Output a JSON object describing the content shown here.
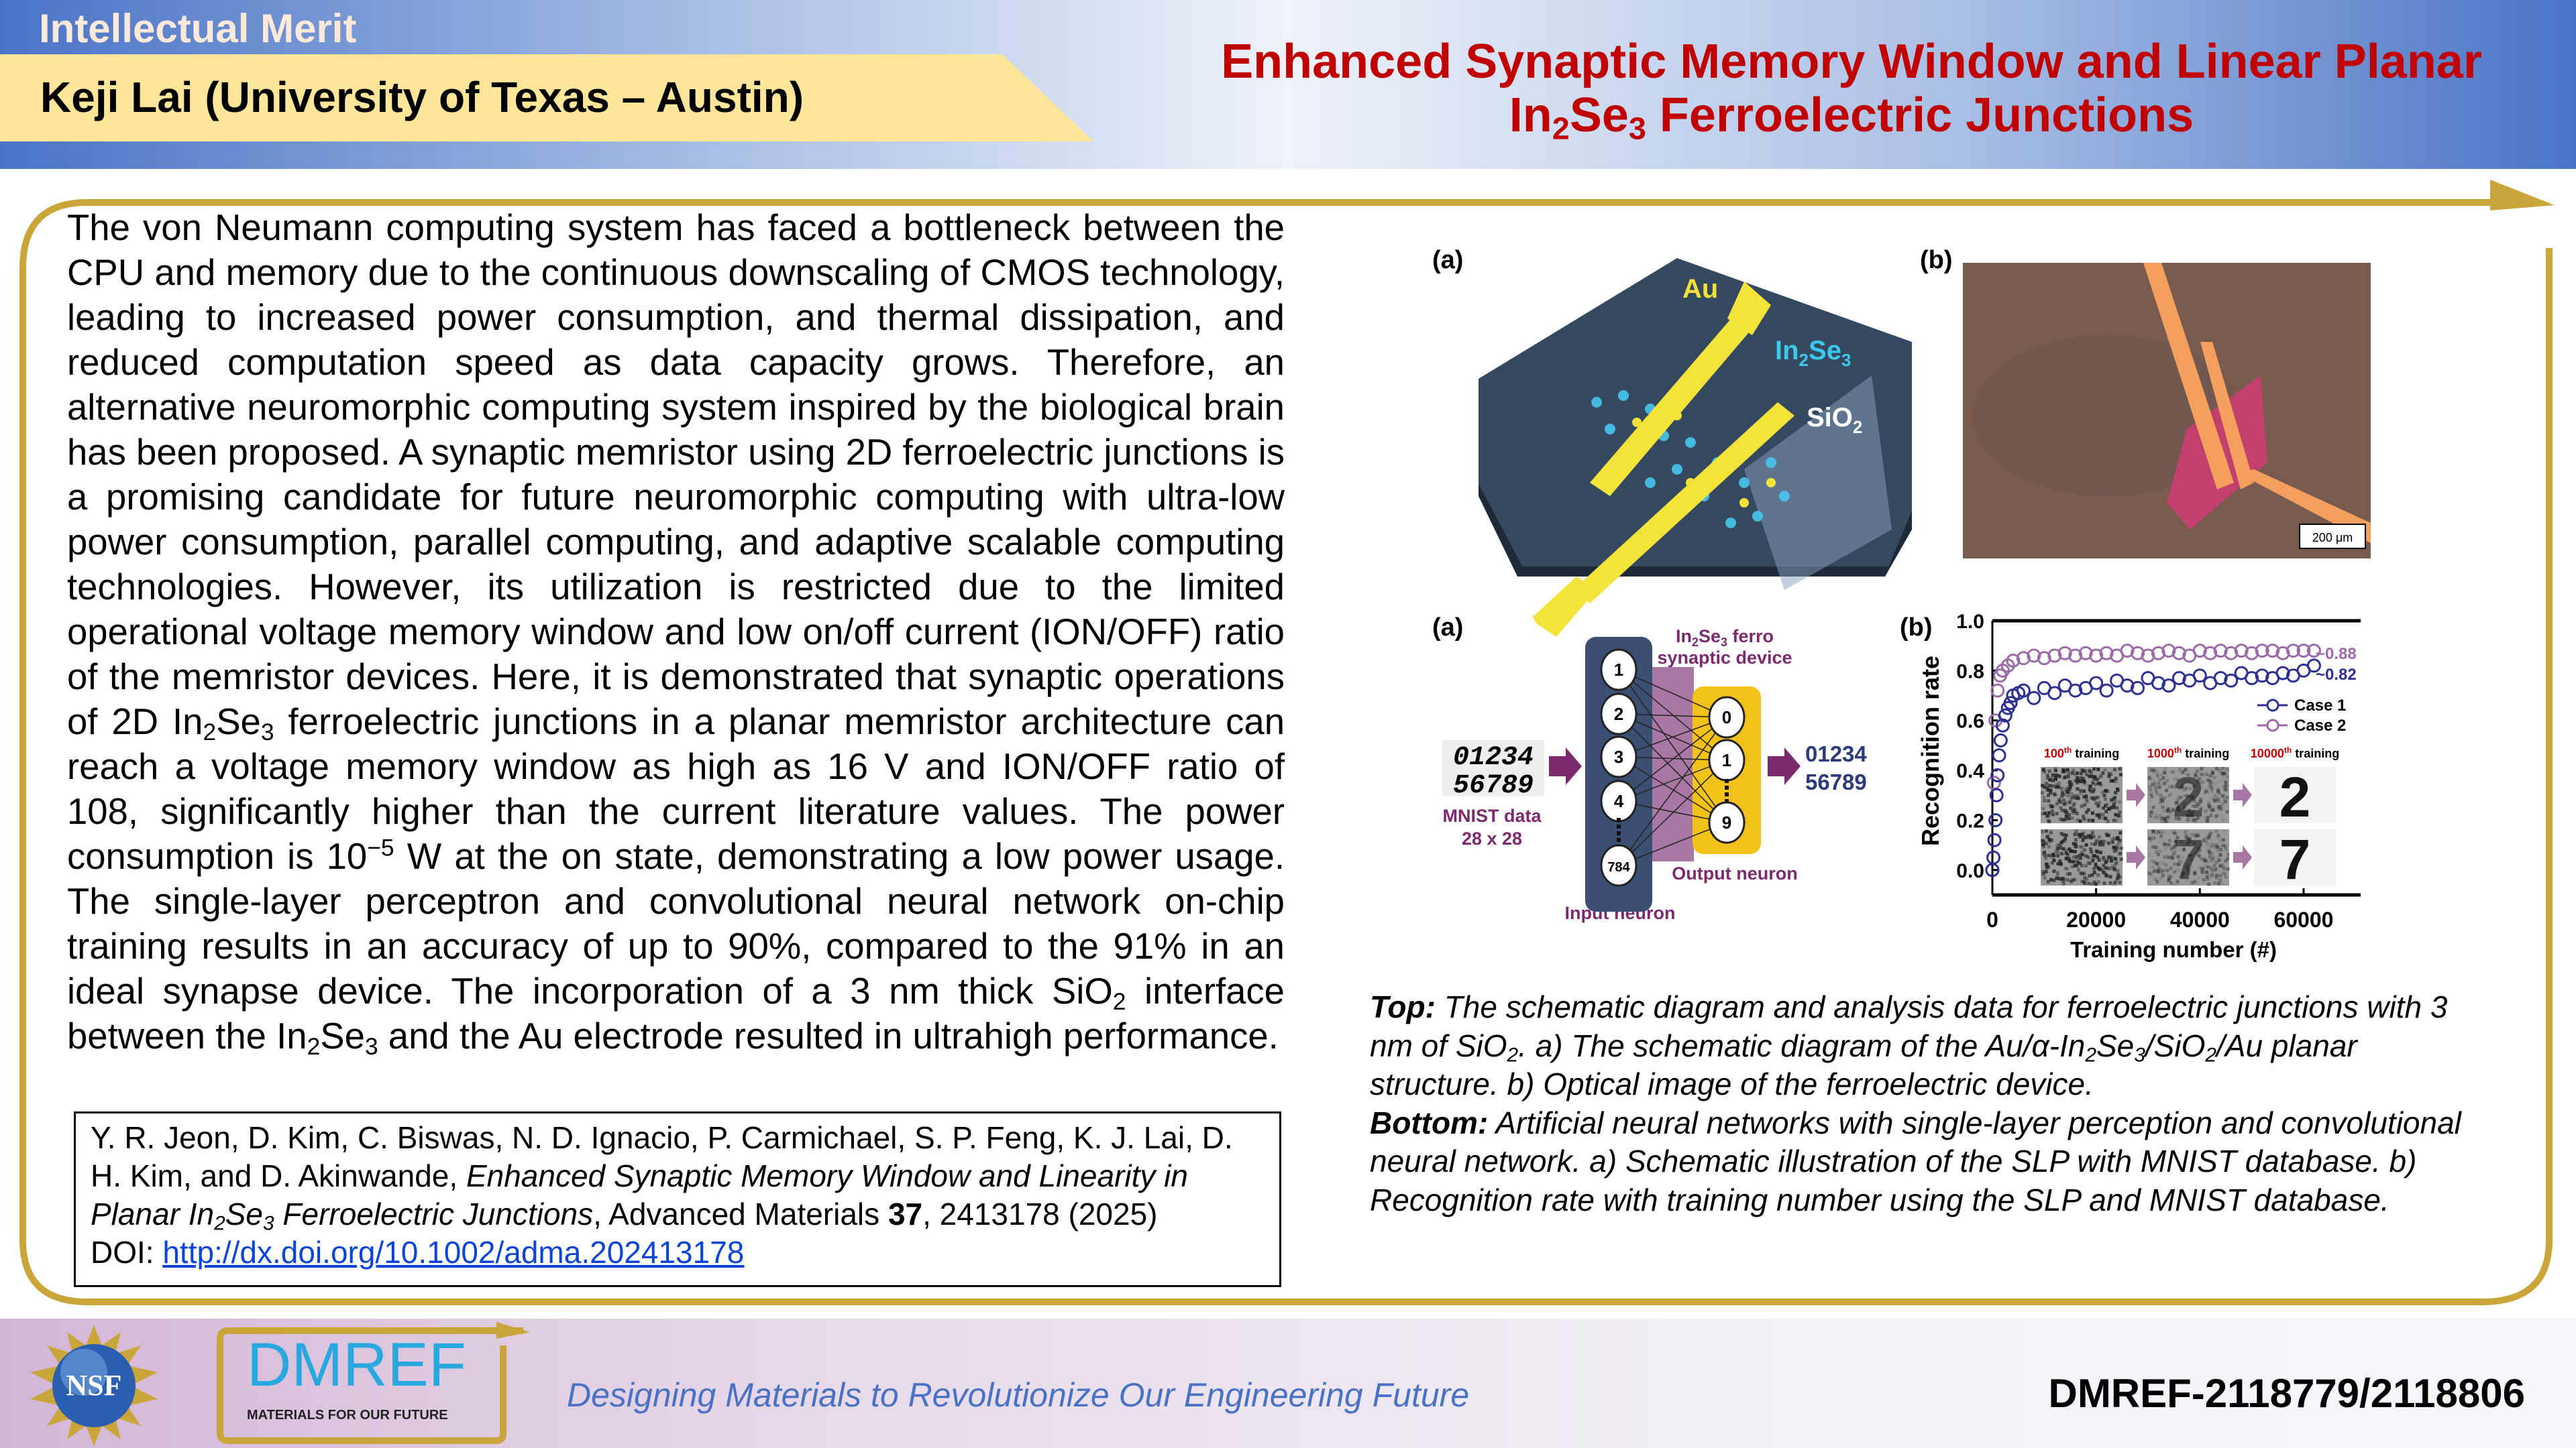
{
  "header": {
    "section": "Intellectual Merit",
    "pi": "Keji Lai (University of Texas – Austin)",
    "title": [
      {
        "k": "n",
        "t": "Enhanced Synaptic Memory Window and Linear Planar"
      },
      {
        "k": "br"
      },
      {
        "k": "n",
        "t": "In"
      },
      {
        "k": "sub",
        "t": "2"
      },
      {
        "k": "n",
        "t": "Se"
      },
      {
        "k": "sub",
        "t": "3"
      },
      {
        "k": "n",
        "t": " Ferroelectric Junctions"
      }
    ]
  },
  "body": [
    {
      "k": "n",
      "t": "The von Neumann computing system has faced a bottleneck between the CPU and memory due to the continuous downscaling of CMOS technology, leading to increased power consumption, and thermal dissipation, and reduced computation speed as data capacity grows. Therefore, an alternative neuromorphic computing system inspired by the biological brain has been proposed. A synaptic memristor using 2D ferroelectric junctions is a promising candidate for future neuromorphic computing with ultra-low power consumption, parallel computing, and adaptive scalable computing technologies. However, its utilization is restricted due to the limited operational voltage memory window and low on/off current (ION/OFF) ratio of the memristor devices. Here, it is demonstrated that synaptic operations of 2D In"
    },
    {
      "k": "sub",
      "t": "2"
    },
    {
      "k": "n",
      "t": "Se"
    },
    {
      "k": "sub",
      "t": "3"
    },
    {
      "k": "n",
      "t": " ferroelectric junctions in a planar memristor architecture can reach a voltage memory window as high as 16 V and ION/OFF ratio of 108, significantly higher than the current literature values. The power consumption is 10"
    },
    {
      "k": "sup",
      "t": "−5"
    },
    {
      "k": "n",
      "t": " W at the on state, demonstrating a low power usage. The single-layer perceptron and convolutional neural network on-chip training results in an accuracy of up to 90%, compared to the 91% in an ideal synapse device. The incorporation of a 3 nm thick SiO"
    },
    {
      "k": "sub",
      "t": "2"
    },
    {
      "k": "n",
      "t": " interface between the In"
    },
    {
      "k": "sub",
      "t": "2"
    },
    {
      "k": "n",
      "t": "Se"
    },
    {
      "k": "sub",
      "t": "3"
    },
    {
      "k": "n",
      "t": " and the Au electrode resulted in ultrahigh performance."
    }
  ],
  "citation": [
    {
      "k": "n",
      "t": "Y. R. Jeon, D. Kim, C. Biswas, N. D. Ignacio, P. Carmichael, S. P. Feng, K. J. Lai, D. H. Kim, and D. Akinwande, "
    },
    {
      "k": "i",
      "t": "Enhanced Synaptic Memory Window and Linearity in Planar In"
    },
    {
      "k": "isub",
      "t": "2"
    },
    {
      "k": "i",
      "t": "Se"
    },
    {
      "k": "isub",
      "t": "3"
    },
    {
      "k": "i",
      "t": " Ferroelectric Junctions"
    },
    {
      "k": "n",
      "t": ", Advanced Materials "
    },
    {
      "k": "b",
      "t": "37"
    },
    {
      "k": "n",
      "t": ", 2413178 (2025)"
    },
    {
      "k": "br"
    },
    {
      "k": "n",
      "t": "DOI: "
    },
    {
      "k": "link",
      "t": "http://dx.doi.org/10.1002/adma.202413178"
    }
  ],
  "caption": [
    {
      "k": "b",
      "t": "Top:"
    },
    {
      "k": "n",
      "t": " The schematic diagram and analysis data for ferroelectric junctions with 3 nm of SiO"
    },
    {
      "k": "sub",
      "t": "2"
    },
    {
      "k": "n",
      "t": ". a) The schematic diagram of the Au/α-In"
    },
    {
      "k": "sub",
      "t": "2"
    },
    {
      "k": "n",
      "t": "Se"
    },
    {
      "k": "sub",
      "t": "3"
    },
    {
      "k": "n",
      "t": "/SiO"
    },
    {
      "k": "sub",
      "t": "2"
    },
    {
      "k": "n",
      "t": "/Au planar structure. b) Optical image of the ferroelectric device."
    },
    {
      "k": "br"
    },
    {
      "k": "b",
      "t": "Bottom:"
    },
    {
      "k": "n",
      "t": " Artificial neural networks with single-layer perception and convolutional neural network. a) Schematic illustration of the SLP with MNIST database. b) Recognition rate with training number using the SLP and MNIST database."
    }
  ],
  "figures": {
    "top_a": {
      "label": "(a)",
      "au": "Au",
      "in": "In",
      "in_sub1": "2",
      "se": "Se",
      "in_sub2": "3",
      "sio": "SiO",
      "sio_sub": "2"
    },
    "top_b": {
      "label": "(b)",
      "scale_bar": "200 μm"
    },
    "nn": {
      "label": "(a)",
      "device_line1_a": "In",
      "device_line1_sub1": "2",
      "device_line1_b": "Se",
      "device_line1_sub2": "3",
      "device_line1_c": " ferro",
      "device_line2": "synaptic device",
      "mnist_row1": "01234",
      "mnist_row2": "56789",
      "mnist_label": "MNIST data",
      "mnist_size": "28 x 28",
      "input_nodes": [
        "1",
        "2",
        "3",
        "4",
        "784"
      ],
      "output_nodes": [
        "0",
        "1",
        "9"
      ],
      "out_row1": "01234",
      "out_row2": "56789",
      "output_label": "Output neuron",
      "input_label": "Input neuron"
    }
  },
  "chart_data": {
    "type": "scatter",
    "panel_label": "(b)",
    "xlabel": "Training number (#)",
    "ylabel": "Recognition rate",
    "xlim": [
      0,
      71000
    ],
    "ylim": [
      -0.1,
      1.0
    ],
    "xticks": [
      "0",
      "20000",
      "40000",
      "60000"
    ],
    "xtick_values": [
      0,
      20000,
      40000,
      60000
    ],
    "yticks": [
      "0.0",
      "0.2",
      "0.4",
      "0.6",
      "0.8",
      "1.0"
    ],
    "ytick_values": [
      0,
      0.2,
      0.4,
      0.6,
      0.8,
      1.0
    ],
    "legend": [
      "Case 1",
      "Case 2"
    ],
    "annotations": [
      "~0.88",
      "~0.82"
    ],
    "colors": {
      "case1": "#2e3192",
      "case2": "#9b6aa8"
    },
    "series": [
      {
        "name": "Case 1",
        "x": [
          0,
          200,
          400,
          600,
          800,
          1000,
          1300,
          1600,
          2000,
          2500,
          3000,
          3500,
          4000,
          5000,
          6000,
          8000,
          10000,
          12000,
          14000,
          16000,
          18000,
          20000,
          22000,
          24000,
          26000,
          28000,
          30000,
          32000,
          34000,
          36000,
          38000,
          40000,
          42000,
          44000,
          46000,
          48000,
          50000,
          52000,
          54000,
          56000,
          58000,
          60000,
          62000
        ],
        "y": [
          0.0,
          0.05,
          0.12,
          0.2,
          0.3,
          0.38,
          0.46,
          0.52,
          0.58,
          0.62,
          0.65,
          0.67,
          0.7,
          0.71,
          0.72,
          0.69,
          0.73,
          0.71,
          0.74,
          0.72,
          0.73,
          0.75,
          0.72,
          0.76,
          0.74,
          0.73,
          0.77,
          0.75,
          0.74,
          0.77,
          0.76,
          0.78,
          0.75,
          0.77,
          0.76,
          0.79,
          0.77,
          0.78,
          0.77,
          0.79,
          0.78,
          0.8,
          0.82
        ]
      },
      {
        "name": "Case 2",
        "x": [
          0,
          300,
          600,
          1000,
          1500,
          2000,
          3000,
          4000,
          6000,
          8000,
          10000,
          12000,
          14000,
          16000,
          18000,
          20000,
          22000,
          24000,
          26000,
          28000,
          30000,
          32000,
          34000,
          36000,
          38000,
          40000,
          42000,
          44000,
          46000,
          48000,
          50000,
          52000,
          54000,
          56000,
          58000,
          60000,
          62000
        ],
        "y": [
          0.0,
          0.35,
          0.6,
          0.72,
          0.78,
          0.8,
          0.82,
          0.84,
          0.85,
          0.86,
          0.85,
          0.86,
          0.87,
          0.86,
          0.87,
          0.86,
          0.87,
          0.86,
          0.88,
          0.87,
          0.86,
          0.87,
          0.88,
          0.87,
          0.86,
          0.88,
          0.87,
          0.88,
          0.87,
          0.88,
          0.87,
          0.88,
          0.88,
          0.87,
          0.88,
          0.88,
          0.88
        ]
      }
    ],
    "insets": {
      "labels": [
        {
          "n": "100",
          "s": "th",
          "t": " training"
        },
        {
          "n": "1000",
          "s": "th",
          "t": " training"
        },
        {
          "n": "10000",
          "s": "th",
          "t": " training"
        }
      ],
      "digits": [
        "2",
        "7"
      ]
    }
  },
  "footer": {
    "nsf_logo": "NSF",
    "dmref_logo": "DMREF",
    "dmref_sub": "MATERIALS FOR OUR FUTURE",
    "tagline": "Designing Materials to Revolutionize Our Engineering Future",
    "award": "DMREF-2118779/2118806"
  }
}
